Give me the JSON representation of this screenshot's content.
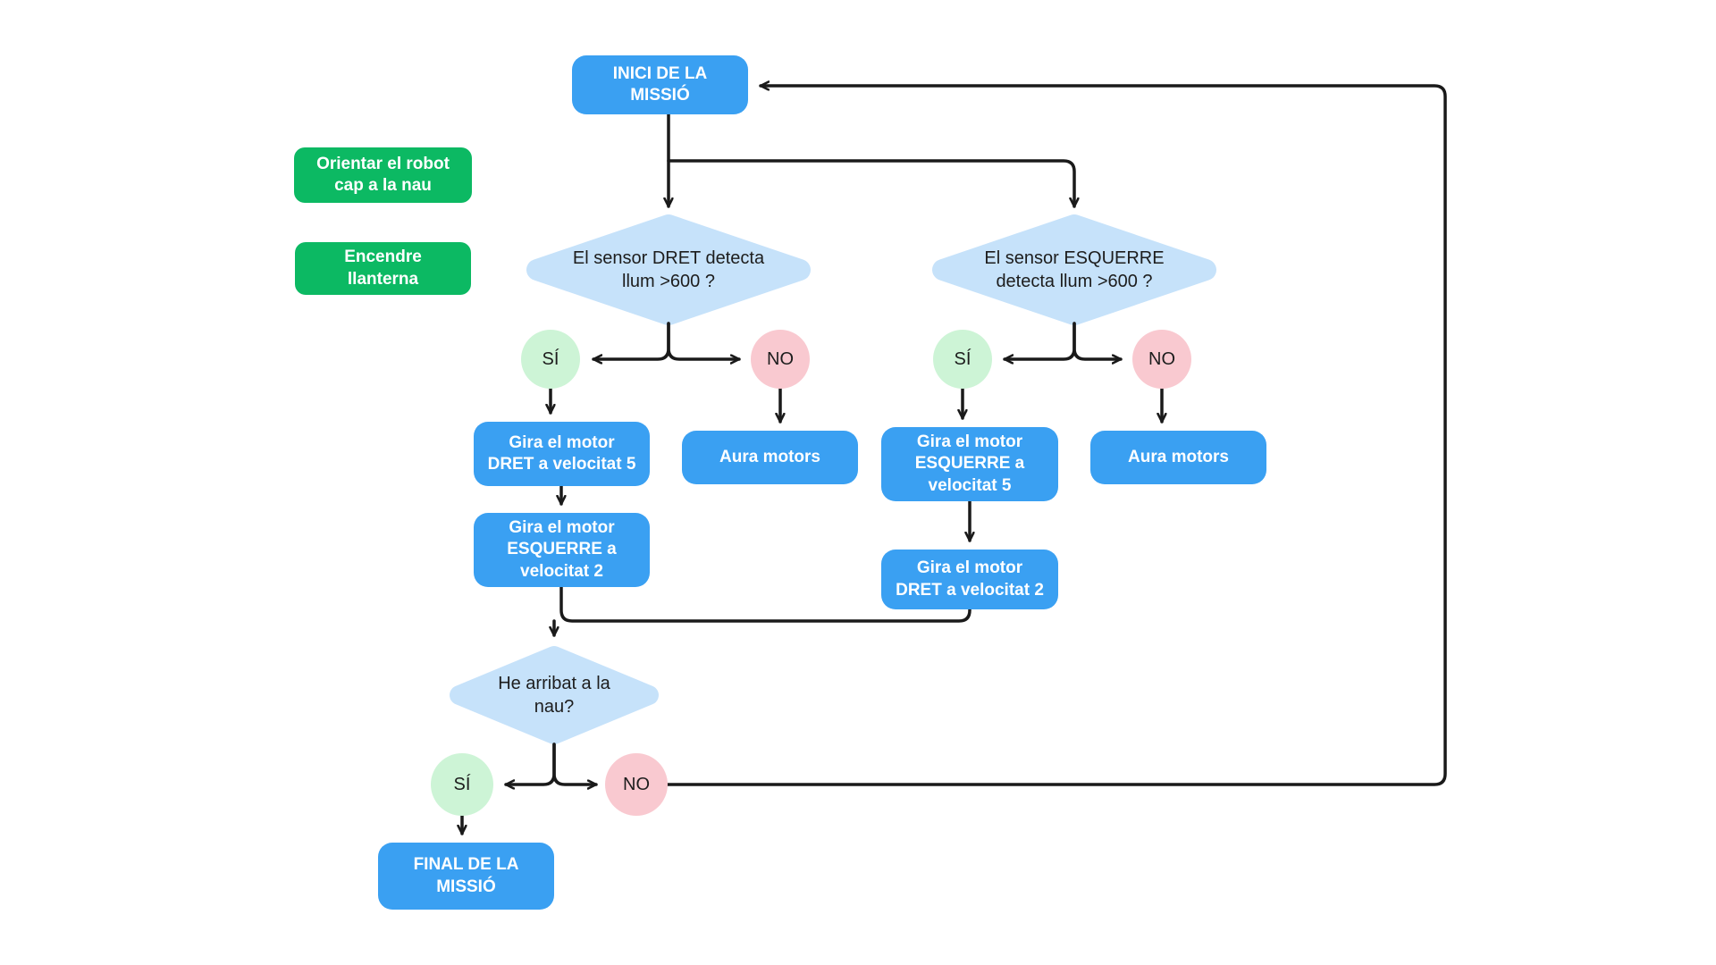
{
  "colors": {
    "process_blue": "#3AA0F2",
    "action_green": "#0CB963",
    "decision_light_blue": "#C6E2FA",
    "yes_light_green": "#CDF4D6",
    "no_pink": "#F9C9D0",
    "connector_black": "#1A1A1A"
  },
  "flowchart": {
    "start": "INICI DE LA MISSIÓ",
    "note_orient": "Orientar el robot cap a la nau",
    "note_flashlight": "Encendre llanterna",
    "decision_sensor_dret": "El sensor DRET detecta llum >600 ?",
    "decision_sensor_esquerre": "El sensor ESQUERRE detecta llum >600 ?",
    "branch_yes": "SÍ",
    "branch_no": "NO",
    "action_motor_dret_5": "Gira el motor DRET a velocitat 5",
    "action_aura_motors": "Aura motors",
    "action_motor_esquerre_5": "Gira el motor ESQUERRE a velocitat 5",
    "action_motor_esquerre_2": "Gira el motor ESQUERRE a velocitat 2",
    "action_motor_dret_2": "Gira el motor DRET a velocitat 2",
    "decision_arrived": "He arribat a la nau?",
    "end": "FINAL DE LA MISSIÓ"
  }
}
